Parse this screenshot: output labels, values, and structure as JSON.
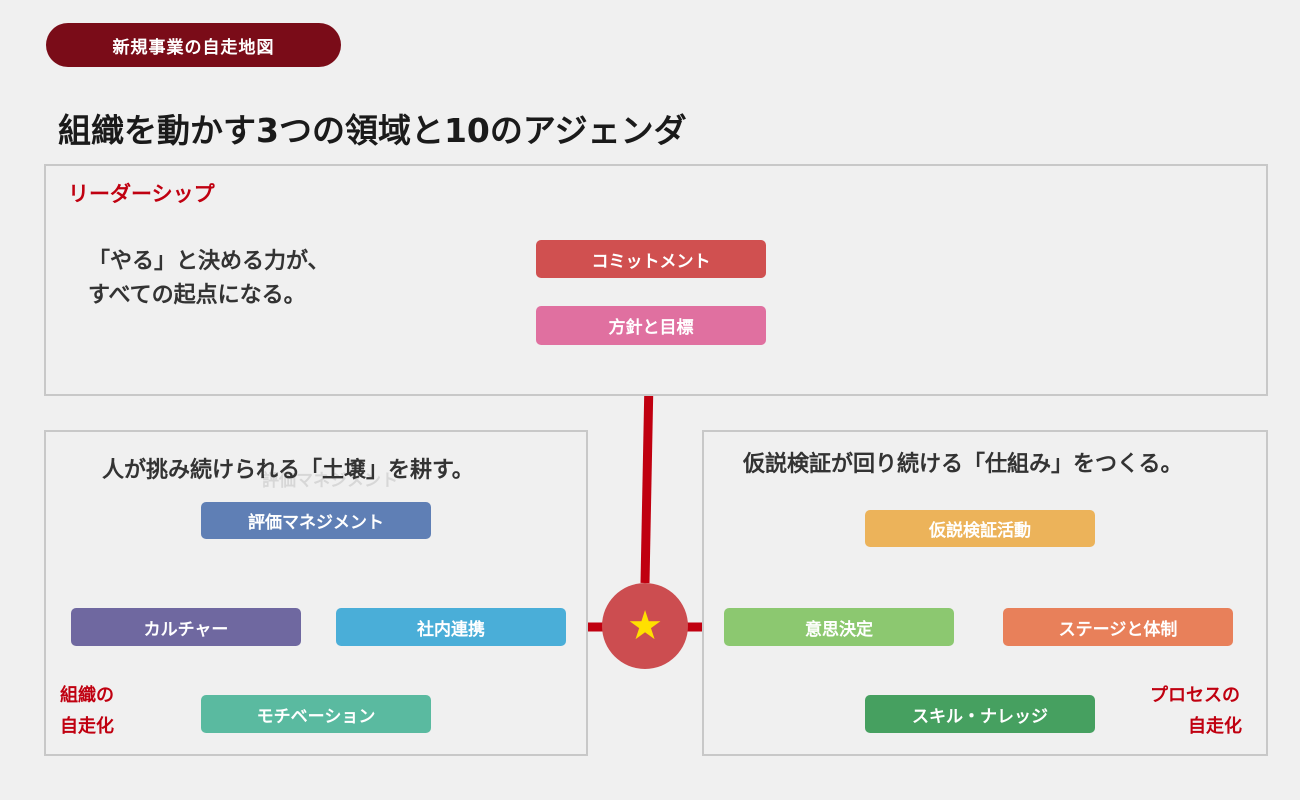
{
  "header": {
    "tag": "新規事業の自走地図",
    "title": "組織を動かす3つの領域と10のアジェンダ"
  },
  "leadership": {
    "label": "リーダーシップ",
    "desc_line1": "「やる」と決める力が、",
    "desc_line2": "すべての起点になる。",
    "nodes": {
      "commitment": "コミットメント",
      "policy": "方針と目標"
    }
  },
  "organization": {
    "desc": "人が挑み続けられる「土壌」を耕す。",
    "ghost": "評価マネジメント",
    "label_line1": "組織の",
    "label_line2": "自走化",
    "nodes": {
      "evaluation": "評価マネジメント",
      "culture": "カルチャー",
      "collaboration": "社内連携",
      "motivation": "モチベーション"
    }
  },
  "process": {
    "desc": "仮説検証が回り続ける「仕組み」をつくる。",
    "label_line1": "プロセスの",
    "label_line2": "自走化",
    "nodes": {
      "hypothesis": "仮説検証活動",
      "decision": "意思決定",
      "stage": "ステージと体制",
      "skills": "スキル・ナレッジ"
    }
  },
  "hub": {
    "icon": "star-icon"
  },
  "colors": {
    "tag_bg": "#7a0c18",
    "accent_red": "#c00010",
    "connector_red": "#c00010",
    "commitment": "#d05050",
    "policy": "#e070a0",
    "evaluation": "#5f7fb5",
    "culture": "#6f68a0",
    "collaboration": "#4aaed8",
    "motivation": "#5abaa0",
    "hypothesis": "#ecb35a",
    "decision": "#8cc870",
    "stage": "#e8805a",
    "skills": "#46a060",
    "hub": "#cc4d50",
    "star": "#ffe000"
  }
}
